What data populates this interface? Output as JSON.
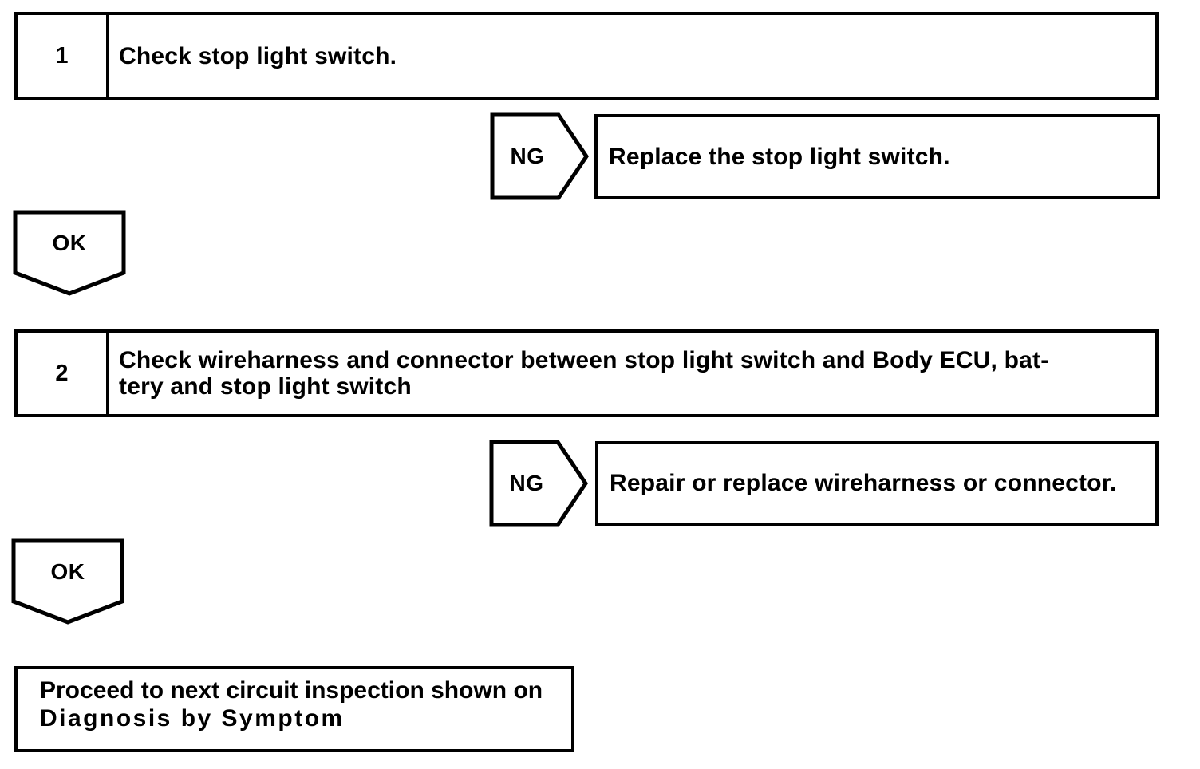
{
  "flowchart": {
    "colors": {
      "stroke": "#000000",
      "fill": "#ffffff",
      "text": "#000000",
      "background": "#ffffff"
    },
    "steps": [
      {
        "number": "1",
        "instruction_lines": [
          "Check stop light switch."
        ],
        "ng": {
          "label": "NG",
          "result": "Replace the stop light switch."
        },
        "ok": {
          "label": "OK"
        }
      },
      {
        "number": "2",
        "instruction_lines": [
          "Check wireharness and connector between stop light switch and Body ECU, bat-",
          "tery and stop light switch"
        ],
        "ng": {
          "label": "NG",
          "result": "Repair or replace wireharness or connector."
        },
        "ok": {
          "label": "OK"
        }
      }
    ],
    "end": {
      "lines": [
        "Proceed to next circuit inspection shown on",
        "Diagnosis by Symptom"
      ]
    }
  }
}
